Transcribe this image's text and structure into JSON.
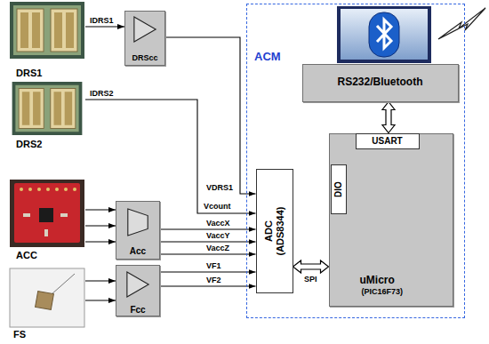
{
  "diagram": {
    "nodes": [
      {
        "text": [
          "DRS1"
        ]
      },
      {
        "text": [
          "DRScc"
        ]
      },
      {
        "text": [
          "DRS2"
        ]
      },
      {
        "text": [
          "ACC"
        ]
      },
      {
        "text": [
          "Acc"
        ]
      },
      {
        "text": [
          "FS"
        ]
      },
      {
        "text": [
          "Fcc"
        ]
      },
      {
        "text": [
          "ACM"
        ]
      },
      {
        "text": [
          "RS232/Bluetooth"
        ],
        "in": 7
      },
      {
        "text": [
          "uMicro",
          "(PIC16F73)"
        ],
        "in": 7
      },
      {
        "text": [
          "USART"
        ],
        "in": 9
      },
      {
        "text": [
          "DIO"
        ],
        "in": 9
      },
      {
        "text": [
          "ADC (ADS8344)"
        ],
        "in": 7
      }
    ],
    "edges": [
      {
        "from": 0,
        "to": 1,
        "arrow": "to",
        "label": "IDRS1"
      },
      {
        "from": 1,
        "to": 12,
        "arrow": "to",
        "label": "VDRS1"
      },
      {
        "from": 2,
        "to": 12,
        "arrow": "to",
        "label": "IDRS2"
      },
      {
        "from": 3,
        "to": 4,
        "arrow": "to"
      },
      {
        "from": 3,
        "to": 4,
        "arrow": "to"
      },
      {
        "from": 3,
        "to": 4,
        "arrow": "to"
      },
      {
        "from": 4,
        "to": 12,
        "arrow": "to",
        "label": "VaccX"
      },
      {
        "from": 4,
        "to": 12,
        "arrow": "to",
        "label": "VaccY"
      },
      {
        "from": 4,
        "to": 12,
        "arrow": "to",
        "label": "VaccZ"
      },
      {
        "from": 5,
        "to": 6,
        "arrow": "to"
      },
      {
        "from": 5,
        "to": 6,
        "arrow": "to"
      },
      {
        "from": 6,
        "to": 12,
        "arrow": "to",
        "label": "VF1"
      },
      {
        "from": 6,
        "to": 12,
        "arrow": "to",
        "label": "VF2"
      },
      {
        "from": 12,
        "to": 9,
        "arrow": "both",
        "label": "SPI"
      },
      {
        "from": 10,
        "to": 8,
        "arrow": "both"
      }
    ],
    "labels": [
      "Vcount"
    ]
  }
}
